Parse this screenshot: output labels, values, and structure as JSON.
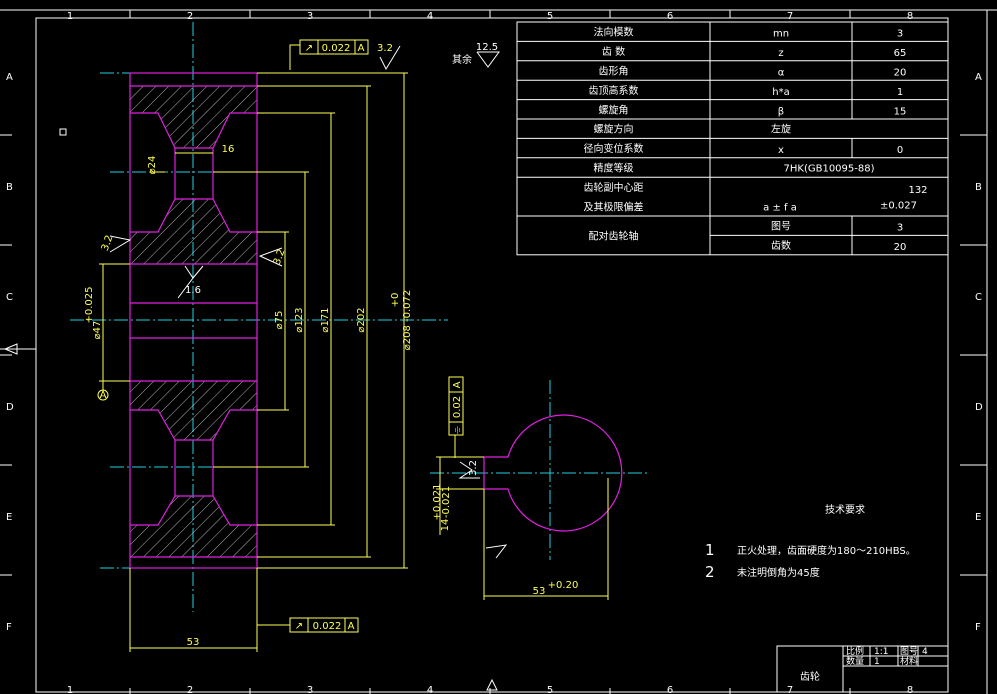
{
  "border": {
    "cols": [
      "1",
      "2",
      "3",
      "4",
      "5",
      "6",
      "7",
      "8"
    ],
    "rows": [
      "A",
      "B",
      "C",
      "D",
      "E",
      "F"
    ]
  },
  "surface": {
    "roughness_other": "12.5",
    "other_label": "其余",
    "roughness_top": "3.2",
    "roughness_left": "3.2",
    "roughness_right": "3.2",
    "roughness_hub": "1.6",
    "roughness_key": "3.2"
  },
  "dims": {
    "tol_top": "0.022",
    "tol_bottom": "0.022",
    "tol_key": "0.02",
    "datum": "A",
    "sym_key": "⌯",
    "d24": "⌀24",
    "w16": "16",
    "d47": "⌀47",
    "d47_tol": "+0.025",
    "d75": "⌀75",
    "d123": "⌀123",
    "d171": "⌀171",
    "d202": "⌀202",
    "d208": "⌀208",
    "d208_tol_up": "+0",
    "d208_tol_low": "-0.072",
    "width53": "53",
    "key14": "14",
    "key14_tol": "+0.021",
    "key14_tol2": "-0.021",
    "key53": "53",
    "key53_tol": "+0.20",
    "datum_symbol": "A"
  },
  "table": {
    "rows": [
      {
        "label": "法向模数",
        "symbol": "mn",
        "value": "3"
      },
      {
        "label": "齿  数",
        "symbol": "z",
        "value": "65"
      },
      {
        "label": "齿形角",
        "symbol": "α",
        "value": "20"
      },
      {
        "label": "齿顶高系数",
        "symbol": "h*a",
        "value": "1"
      },
      {
        "label": "螺旋角",
        "symbol": "β",
        "value": "15"
      },
      {
        "label": "螺旋方向",
        "symbol": "左旋",
        "value": ""
      },
      {
        "label": "径向变位系数",
        "symbol": "x",
        "value": "0"
      },
      {
        "label": "精度等级",
        "symbol": "7HK(GB10095-88)",
        "value": ""
      },
      {
        "label": "齿轮副中心距",
        "symbol": "",
        "value": "132"
      },
      {
        "label": "及其极限偏差",
        "symbol": "a ± f a",
        "value": "±0.027"
      },
      {
        "label": "配对齿轮轴",
        "sub1": "图号",
        "value1": "3",
        "sub2": "齿数",
        "value2": "20"
      }
    ]
  },
  "requirements": {
    "title": "技术要求",
    "items": [
      {
        "num": "1",
        "text": "正火处理，齿面硬度为180～210HBS。"
      },
      {
        "num": "2",
        "text": "未注明倒角为45度"
      }
    ]
  },
  "title_block": {
    "name": "齿轮",
    "scale_label": "比例",
    "scale": "1:1",
    "qty_label": "数量",
    "qty": "1",
    "drawing_label": "图号",
    "drawing_no": "4",
    "material_label": "材料"
  },
  "colors": {
    "part": "#e020e0",
    "dimension": "#ffff55",
    "center": "#22d0e0",
    "outline": "#ffffff",
    "background": "#000000"
  }
}
